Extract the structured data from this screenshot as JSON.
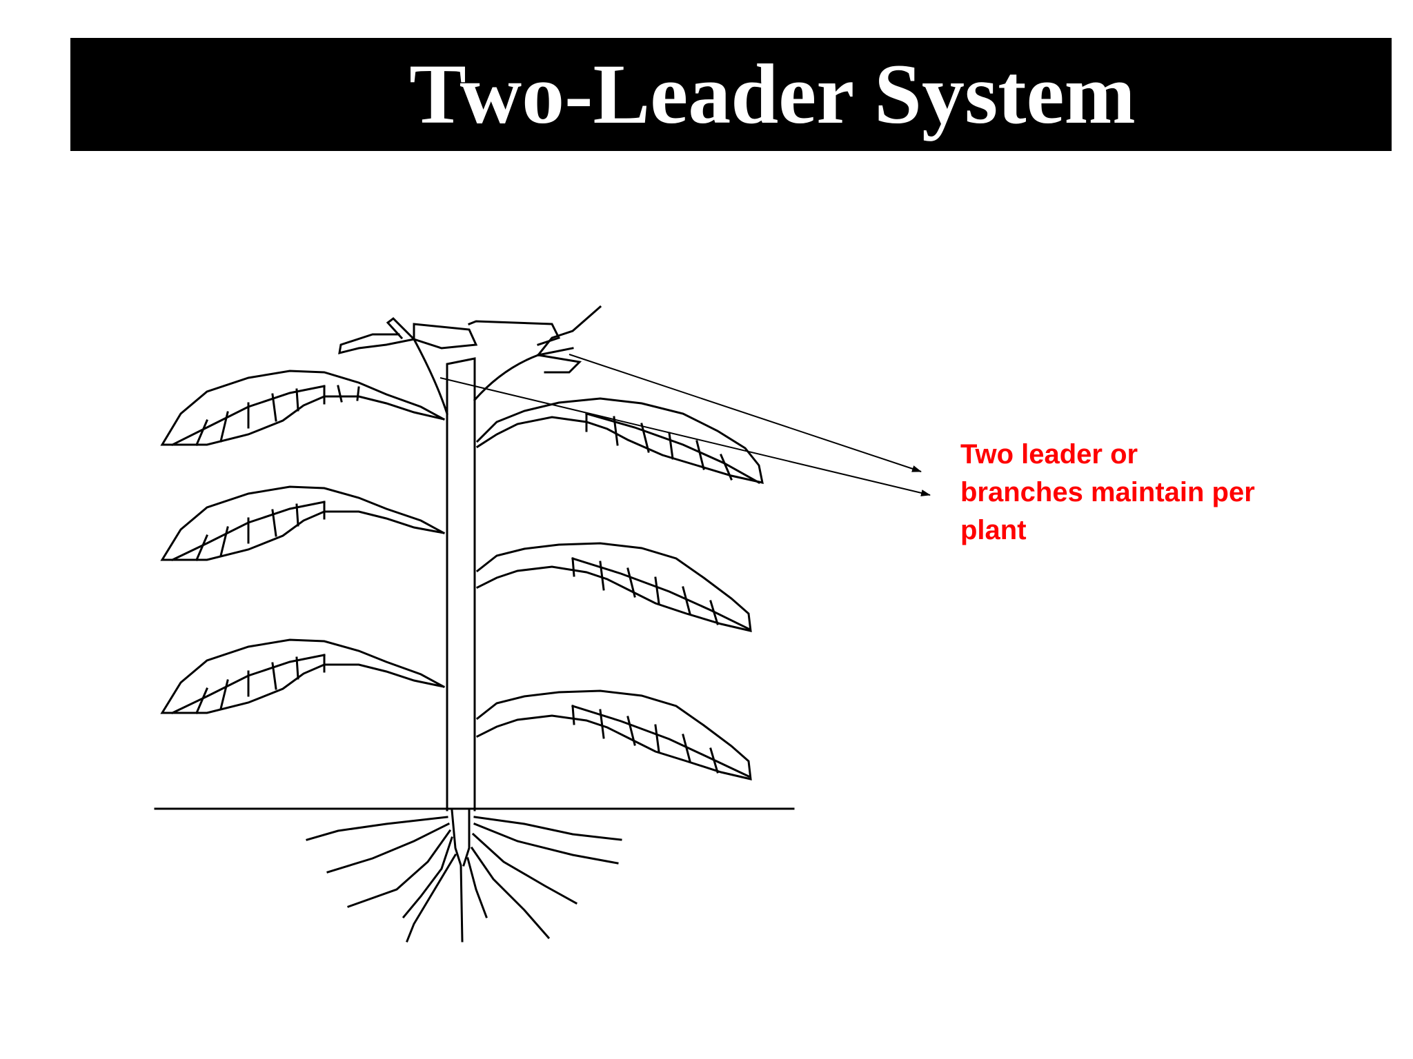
{
  "slide": {
    "title": "Two-Leader System"
  },
  "annotation": {
    "lines": [
      "Two leader or",
      "branches maintain per",
      "plant"
    ],
    "color": "#ff0000"
  },
  "diagram": {
    "subject": "tomato plant trained to two leaders",
    "icon": "plant-line-drawing"
  }
}
